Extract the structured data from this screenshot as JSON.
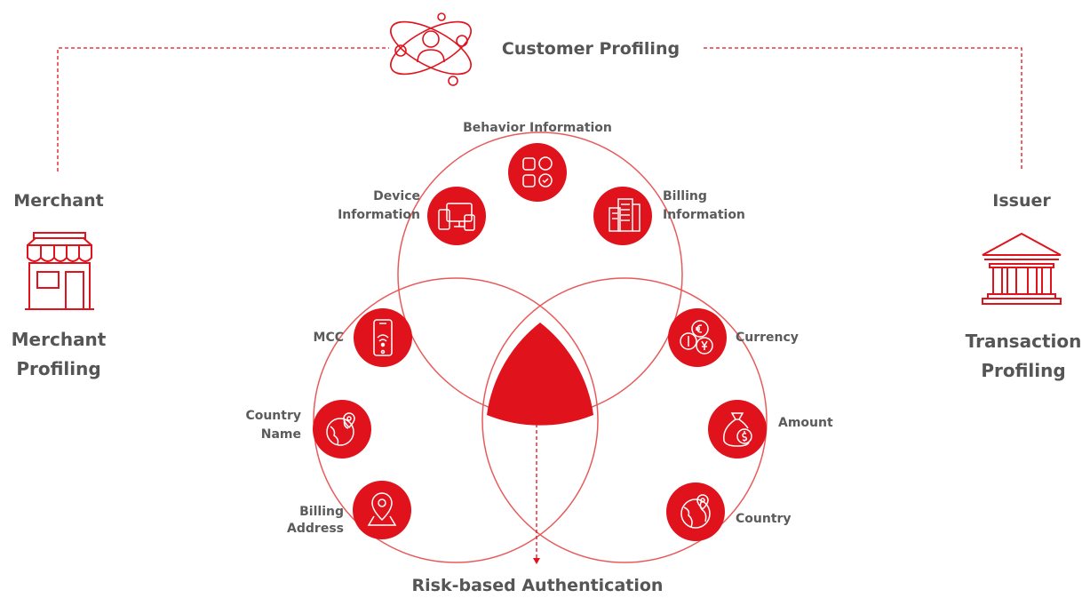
{
  "colors": {
    "accent": "#e0121c",
    "text": "#5b5b5b",
    "ring": "#e85a5a"
  },
  "top": {
    "title": "Customer Profiling",
    "icon": "customer-profiling-icon"
  },
  "left": {
    "heading": "Merchant",
    "subtitle_line1": "Merchant",
    "subtitle_line2": "Profiling",
    "icon": "store-icon"
  },
  "right": {
    "heading": "Issuer",
    "subtitle_line1": "Transaction",
    "subtitle_line2": "Profiling",
    "icon": "bank-icon"
  },
  "bottom": {
    "title": "Risk-based Authentication"
  },
  "nodes": {
    "behavior": {
      "label": "Behavior Information",
      "icon": "behavior-apps-icon"
    },
    "device": {
      "line1": "Device",
      "line2": "Information",
      "icon": "devices-icon"
    },
    "billing_info": {
      "line1": "Billing",
      "line2": "Information",
      "icon": "billing-documents-icon"
    },
    "mcc": {
      "label": "MCC",
      "icon": "mobile-wifi-icon"
    },
    "country_name": {
      "line1": "Country",
      "line2": "Name",
      "icon": "globe-pin-icon"
    },
    "billing_address": {
      "line1": "Billing",
      "line2": "Address",
      "icon": "location-pin-icon"
    },
    "currency": {
      "label": "Currency",
      "icon": "coins-icon"
    },
    "amount": {
      "label": "Amount",
      "icon": "money-bag-icon"
    },
    "country": {
      "label": "Country",
      "icon": "globe-icon"
    }
  }
}
